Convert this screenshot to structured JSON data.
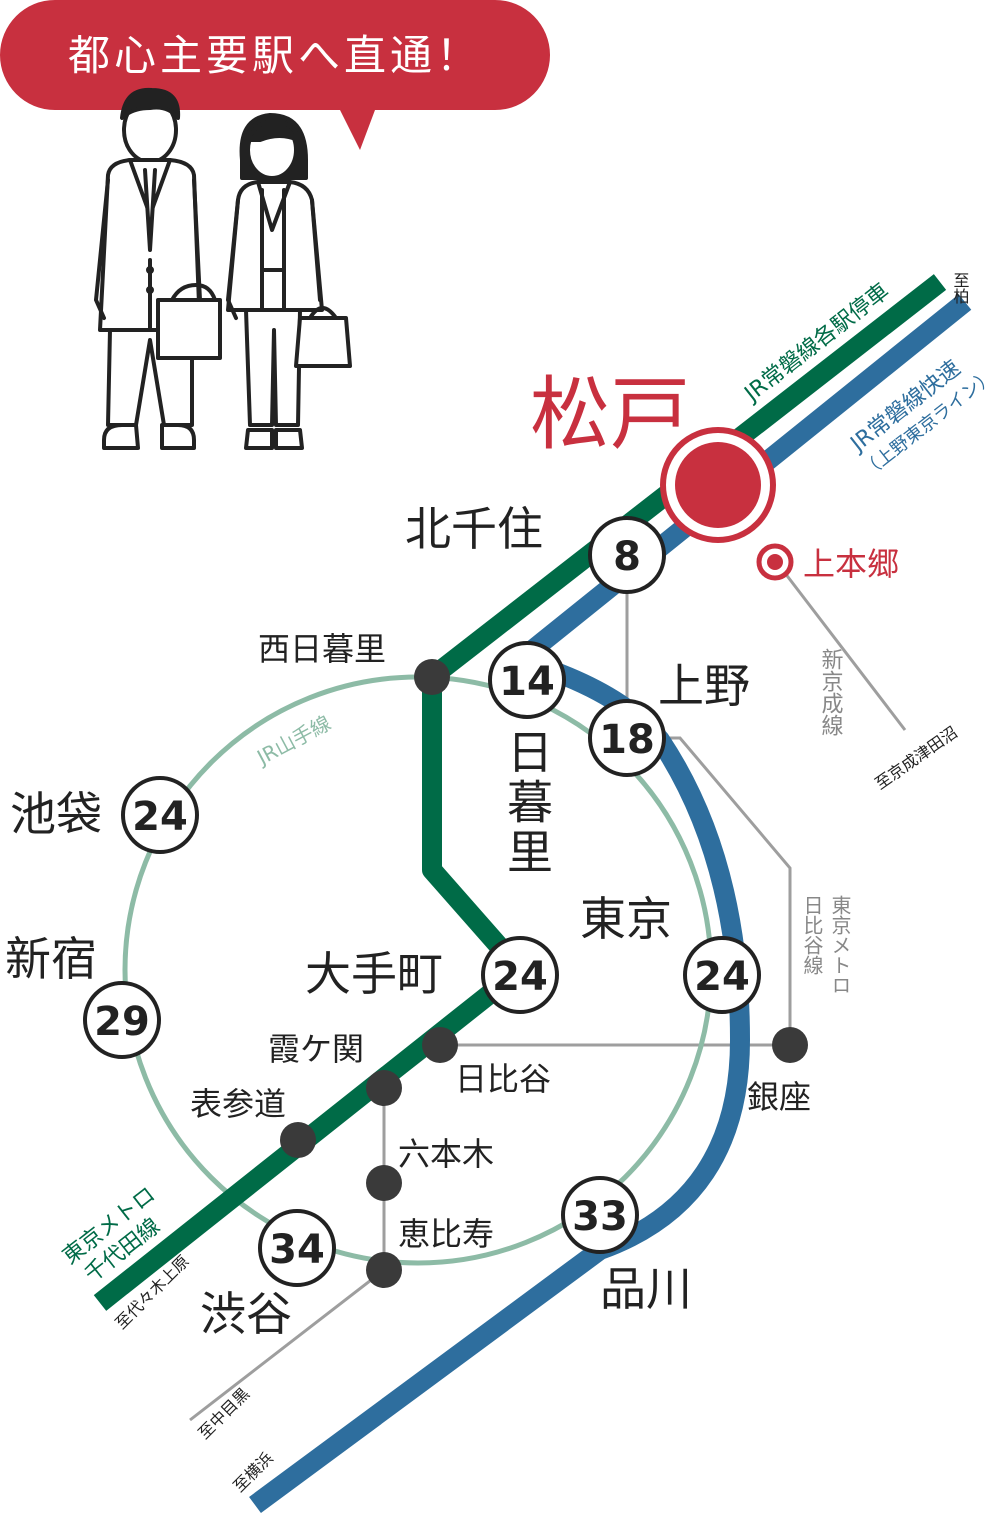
{
  "bubble": {
    "text": "都心主要駅へ直通！"
  },
  "origin": {
    "name": "松戸",
    "sub_station": "上本郷"
  },
  "lines": {
    "joban_local": "JR常磐線各駅停車",
    "joban_rapid": "JR常磐線快速",
    "joban_rapid_sub": "（上野東京ライン）",
    "yamanote": "JR山手線",
    "chiyoda_1": "東京メトロ",
    "chiyoda_2": "千代田線",
    "shinkeisei": "新京成線",
    "hibiya_1": "東京メトロ",
    "hibiya_2": "日比谷線"
  },
  "directions": {
    "kashiwa": "至柏",
    "tsudanuma": "至京成津田沼",
    "yoyogi": "至代々木上原",
    "nakameguro": "至中目黒",
    "yokohama": "至横浜"
  },
  "stations": {
    "kitasenju": {
      "name": "北千住",
      "minutes": "8"
    },
    "nippori": {
      "name": "日暮里",
      "minutes": "14"
    },
    "ueno": {
      "name": "上野",
      "minutes": "18"
    },
    "ikebukuro": {
      "name": "池袋",
      "minutes": "24"
    },
    "shinjuku": {
      "name": "新宿",
      "minutes": "29"
    },
    "otemachi": {
      "name": "大手町",
      "minutes": "24"
    },
    "tokyo": {
      "name": "東京",
      "minutes": "24"
    },
    "shibuya": {
      "name": "渋谷",
      "minutes": "34"
    },
    "shinagawa": {
      "name": "品川",
      "minutes": "33"
    },
    "nishinippori": {
      "name": "西日暮里"
    },
    "kasumigaseki": {
      "name": "霞ケ関"
    },
    "hibiya": {
      "name": "日比谷"
    },
    "omotesando": {
      "name": "表参道"
    },
    "roppongi": {
      "name": "六本木"
    },
    "ebisu": {
      "name": "恵比寿"
    },
    "ginza": {
      "name": "銀座"
    }
  },
  "colors": {
    "accent_red": "#C8303F",
    "joban_local_green": "#006B47",
    "joban_rapid_blue": "#2E6E9E",
    "yamanote_green": "#8DBBA6",
    "connector_gray": "#9E9E9E",
    "dot_dark": "#3A3A3A"
  }
}
